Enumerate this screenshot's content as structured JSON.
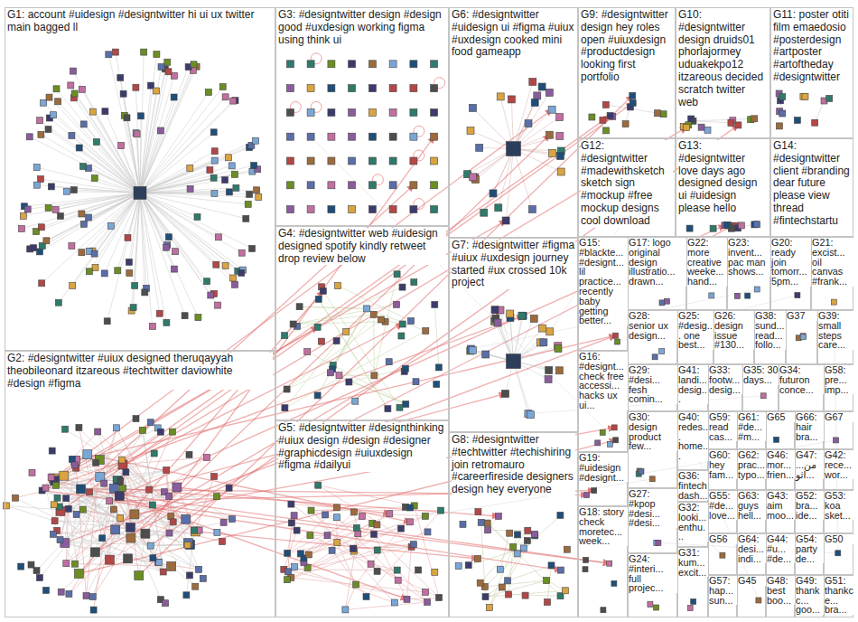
{
  "diagram": {
    "nodes": [
      {
        "text": [
          "G1: account #uidesign #designtwitter hi ui ux twitter main bagged ll"
        ]
      },
      {
        "text": [
          "G2: #designtwitter #uiux designed theruqayyah theobileonard itzareous #techtwitter daviowhite #design #figma"
        ]
      },
      {
        "text": [
          "G3: #designtwitter design #design good #uxdesign working figma using think ui"
        ]
      },
      {
        "text": [
          "G4: #designtwitter web #uidesign designed spotify kindly retweet drop review below"
        ]
      },
      {
        "text": [
          "G5: #designtwitter #designthinking #uiux design #design #designer #graphicdesign #uiuxdesign #figma #dailyui"
        ]
      },
      {
        "text": [
          "G6: #designtwitter #uidesign ui #figma #uiux #uxdesign cooked mini food gameapp"
        ]
      },
      {
        "text": [
          "G7: #designtwitter #figma #uiux #uxdesign journey started #ux crossed 10k project"
        ]
      },
      {
        "text": [
          "G8: #designtwitter #techtwitter #techishiring join retromauro #careerfireside designers design hey everyone"
        ]
      },
      {
        "text": [
          "G9: #designtwitter design hey roles open #uiuxdesign #productdesign looking first portfolio"
        ]
      },
      {
        "text": [
          "G10: #designtwitter design druids01 phorlajormey uduakekpo12 itzareous decided scratch twitter web"
        ]
      },
      {
        "text": [
          "G11: poster otiti film emaedosio #posterdesign #artposter #artoftheday #designtwitter"
        ]
      },
      {
        "text": [
          "G12: #designtwitter #madewithsketch sketch sign #mockup #free mockup designs cool download"
        ]
      },
      {
        "text": [
          "G13: #designtwitter love days ago designed design ui #uidesign please hello"
        ]
      },
      {
        "text": [
          "G14: #designtwitter client #branding dear future please view thread #fintechstartu"
        ]
      },
      {
        "text": [
          "G15: #blackte... #designt... lil practice... recently baby getting better..."
        ]
      },
      {
        "text": [
          "G16: #designt... check free accessi... hacks ux ui..."
        ]
      },
      {
        "text": [
          "G17: logo original design illustratio... drawn..."
        ]
      },
      {
        "text": [
          "G18: story check moretec... week..."
        ]
      },
      {
        "text": [
          "G19: #uidesign #designt..."
        ]
      },
      {
        "text": [
          "G20: ready join tomorr... 5pm..."
        ]
      },
      {
        "text": [
          "G21: excist... oil canvas #frank..."
        ]
      },
      {
        "text": [
          "G22: more creative weeke... hand..."
        ]
      },
      {
        "text": [
          "G23: invent... pac man shows..."
        ]
      },
      {
        "text": [
          "G24: #interi... full projec..."
        ]
      },
      {
        "text": [
          "G25: #desig... one best..."
        ]
      },
      {
        "text": [
          "G26: design issue #130..."
        ]
      },
      {
        "text": [
          "G27: #kpop #desi... #desi..."
        ]
      },
      {
        "text": [
          "G28: senior ux design..."
        ]
      },
      {
        "text": [
          "G29: #desi... fesh comin..."
        ]
      },
      {
        "text": [
          "G30: design product few..."
        ]
      },
      {
        "text": [
          "G31: kum... excit..."
        ]
      },
      {
        "text": [
          "G32: looki... enthu..."
        ]
      },
      {
        "text": [
          "G33: footw... desig..."
        ]
      },
      {
        "text": [
          "G34: futuron conce..."
        ]
      },
      {
        "text": [
          "G35: 30 days..."
        ]
      },
      {
        "text": [
          "G36: fintech dash..."
        ]
      },
      {
        "text": [
          "G37"
        ]
      },
      {
        "text": [
          "G38: sund... read... follo..."
        ]
      },
      {
        "text": [
          "G39: small steps care..."
        ]
      },
      {
        "text": [
          "G40: redes... home..."
        ]
      },
      {
        "text": [
          "G41: landi... desig..."
        ]
      },
      {
        "text": [
          "G42: rece... wor..."
        ]
      },
      {
        "text": [
          "G43: aim moo..."
        ]
      },
      {
        "text": [
          "G44: #u... #de..."
        ]
      },
      {
        "text": [
          "G45"
        ]
      },
      {
        "text": [
          "G46: mor... frien..."
        ]
      },
      {
        "text": [
          "G47: من... اثو..."
        ]
      },
      {
        "text": [
          "G48: best boo..."
        ]
      },
      {
        "text": [
          "G49: thankc... goo..."
        ]
      },
      {
        "text": [
          "G50"
        ]
      },
      {
        "text": [
          "G51: thankce... bra..."
        ]
      },
      {
        "text": [
          "G52: bra... ide..."
        ]
      },
      {
        "text": [
          "G53: koa sket..."
        ]
      },
      {
        "text": [
          "G54: party de..."
        ]
      },
      {
        "text": [
          "G55: #de... love..."
        ]
      },
      {
        "text": [
          "G56"
        ]
      },
      {
        "text": [
          "G57: hap... sun..."
        ]
      },
      {
        "text": [
          "G58: pre... imp..."
        ]
      },
      {
        "text": [
          "G59: read cas..."
        ]
      },
      {
        "text": [
          "G60: hey fam..."
        ]
      },
      {
        "text": [
          "G61: #de... #m..."
        ]
      },
      {
        "text": [
          "G62: prac... typo..."
        ]
      },
      {
        "text": [
          "G63: guys hell..."
        ]
      },
      {
        "text": [
          "G64: desi... indi..."
        ]
      },
      {
        "text": [
          "G65"
        ]
      },
      {
        "text": [
          "G66: hair bra..."
        ]
      },
      {
        "text": [
          "G67"
        ]
      }
    ]
  }
}
